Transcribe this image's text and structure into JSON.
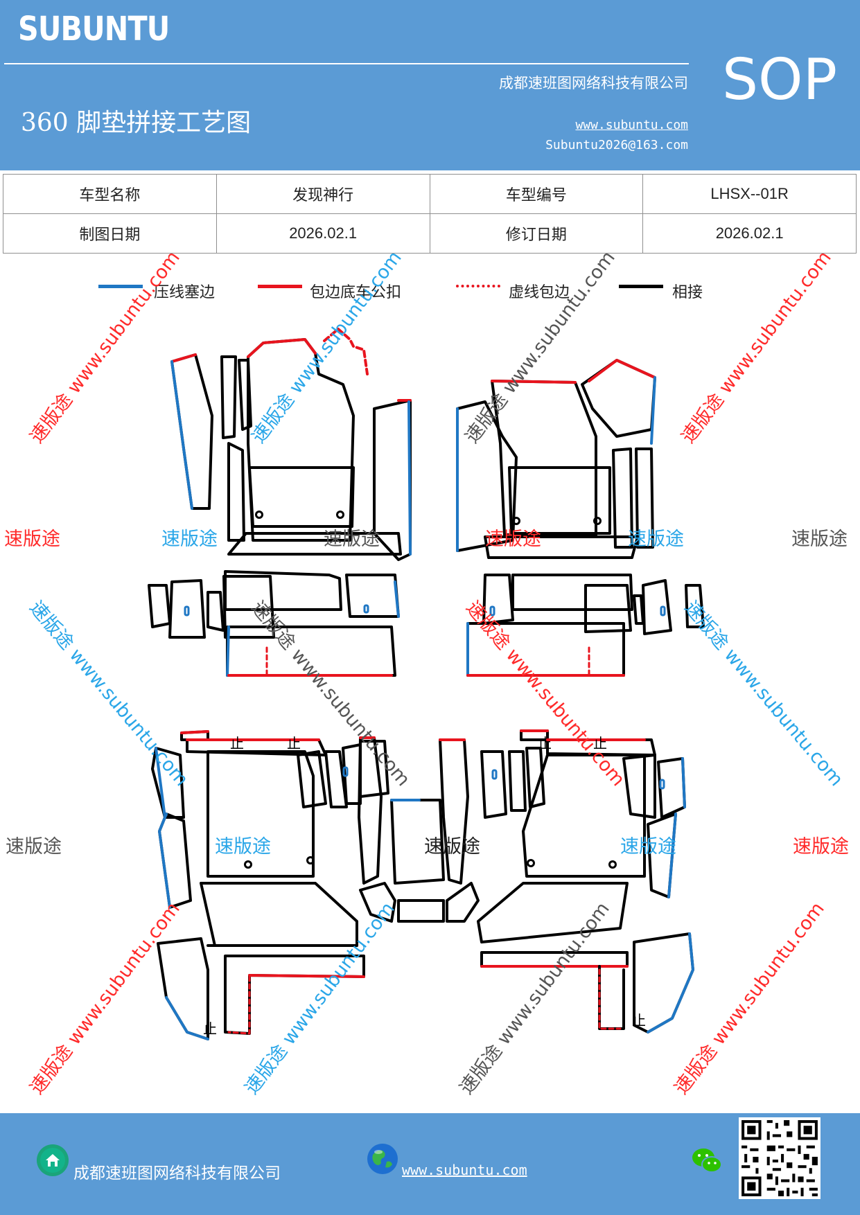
{
  "header": {
    "brand": "SUBUNTU",
    "title": "360 脚垫拼接工艺图",
    "company": "成都速班图网络科技有限公司",
    "website": "www.subuntu.com",
    "email": "Subuntu2026@163.com",
    "sop": "SOP"
  },
  "info_table": {
    "model_name_label": "车型名称",
    "model_name": "发现神行",
    "model_code_label": "车型编号",
    "model_code": "LHSX--01R",
    "draw_date_label": "制图日期",
    "draw_date": "2026.02.1",
    "revise_date_label": "修订日期",
    "revise_date": "2026.02.1"
  },
  "legend": [
    {
      "label": "压线塞边",
      "color": "#1f77c4",
      "style": "solid"
    },
    {
      "label": "包边底车公扣",
      "color": "#e8141e",
      "style": "solid"
    },
    {
      "label": "虚线包边",
      "color": "#e8141e",
      "style": "dotted"
    },
    {
      "label": "相接",
      "color": "#000000",
      "style": "solid"
    }
  ],
  "watermarks": {
    "brand": "速版途",
    "brand_url": "速版途 www.subuntu.com",
    "url": "www.subuntu.com"
  },
  "diagram_marks": {
    "stop": "止"
  },
  "footer": {
    "company": "成都速班图网络科技有限公司",
    "website": "www.subuntu.com",
    "icons": [
      "home-icon",
      "globe-icon",
      "wechat-icon",
      "qr-code"
    ]
  },
  "colors": {
    "header_bg": "#5b9bd5",
    "blue_edge": "#1f77c4",
    "red_edge": "#e8141e",
    "outline": "#000000",
    "watermark_red": "#ff2a2a",
    "watermark_blue": "#2aa6e8",
    "watermark_gray": "#555555"
  }
}
